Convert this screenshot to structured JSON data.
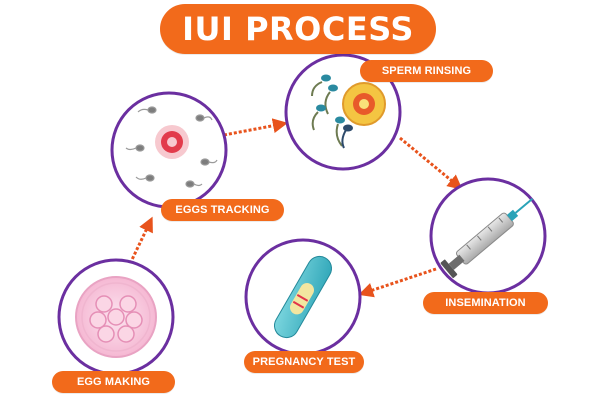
{
  "title": "IUI PROCESS",
  "colors": {
    "accent": "#f26a1b",
    "ring": "#6b2fa0",
    "arrow": "#e8531c",
    "label_text": "#ffffff"
  },
  "steps": [
    {
      "id": "egg-making",
      "label": "EGG MAKING",
      "icon": "egg-cells-icon"
    },
    {
      "id": "eggs-tracking",
      "label": "EGGS TRACKING",
      "icon": "egg-with-sperm-icon"
    },
    {
      "id": "sperm-rinsing",
      "label": "SPERM RINSING",
      "icon": "sperm-fertilization-icon"
    },
    {
      "id": "insemination",
      "label": "INSEMINATION",
      "icon": "syringe-icon"
    },
    {
      "id": "pregnancy-test",
      "label": "PREGNANCY TEST",
      "icon": "pregnancy-test-strip-icon"
    }
  ]
}
